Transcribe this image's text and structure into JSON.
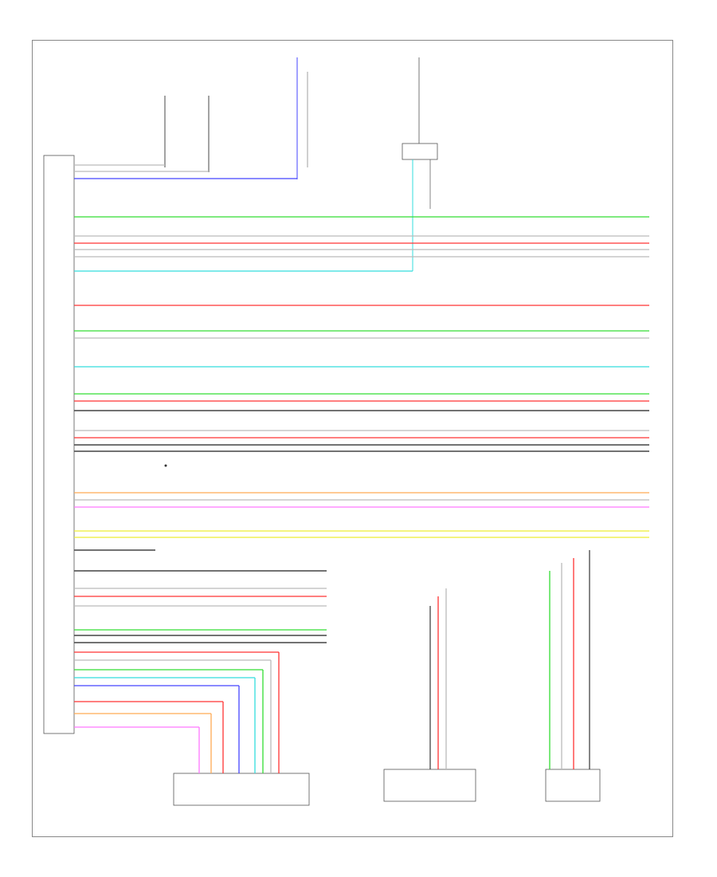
{
  "footer_code": "",
  "components": {
    "head_unit": {
      "label": ""
    },
    "ground_left": {
      "label": ""
    },
    "ground_right": {
      "label": ""
    },
    "fuse_left": {
      "label": ""
    },
    "fuse_right": {
      "label": ""
    },
    "splice_left": {
      "label": ""
    },
    "splice_right": {
      "label": ""
    },
    "instrument_cluster": {
      "label": ""
    },
    "connector_a": {
      "label": ""
    },
    "connector_b": {
      "label": ""
    },
    "connector_c": {
      "label": ""
    }
  },
  "colors": {
    "GRN": "#33dd33",
    "RED": "#ff3333",
    "WHT": "#bbbbbb",
    "BLK": "#444444",
    "BLU": "#4444ff",
    "LTBLU": "#33dddd",
    "YEL": "#eeee33",
    "PNK": "#ff77ff",
    "ORG": "#ffaa55",
    "GRY": "#999999"
  },
  "wires": [
    {
      "color": "WHT",
      "code": ""
    },
    {
      "color": "WHT",
      "code": ""
    },
    {
      "color": "BLU",
      "code": ""
    },
    {
      "color": "GRN",
      "code": ""
    },
    {
      "color": "WHT",
      "code": ""
    },
    {
      "color": "RED",
      "code": ""
    },
    {
      "color": "WHT",
      "code": ""
    },
    {
      "color": "WHT",
      "code": ""
    },
    {
      "color": "LTBLU",
      "code": ""
    },
    {
      "color": "RED",
      "code": ""
    },
    {
      "color": "GRN",
      "code": ""
    },
    {
      "color": "WHT",
      "code": ""
    },
    {
      "color": "LTBLU",
      "code": ""
    },
    {
      "color": "GRN",
      "code": ""
    },
    {
      "color": "RED",
      "code": ""
    },
    {
      "color": "BLK",
      "code": ""
    },
    {
      "color": "WHT",
      "code": ""
    },
    {
      "color": "RED",
      "code": ""
    },
    {
      "color": "BLK",
      "code": ""
    },
    {
      "color": "BLK",
      "code": ""
    },
    {
      "color": "ORG",
      "code": ""
    },
    {
      "color": "WHT",
      "code": ""
    },
    {
      "color": "PNK",
      "code": ""
    },
    {
      "color": "YEL",
      "code": ""
    },
    {
      "color": "YEL",
      "code": ""
    },
    {
      "color": "BLK",
      "code": ""
    },
    {
      "color": "BLK",
      "code": ""
    },
    {
      "color": "WHT",
      "code": ""
    },
    {
      "color": "RED",
      "code": ""
    },
    {
      "color": "WHT",
      "code": ""
    },
    {
      "color": "GRN",
      "code": ""
    },
    {
      "color": "BLK",
      "code": ""
    },
    {
      "color": "BLK",
      "code": ""
    },
    {
      "color": "RED",
      "code": ""
    },
    {
      "color": "WHT",
      "code": ""
    },
    {
      "color": "GRN",
      "code": ""
    },
    {
      "color": "LTBLU",
      "code": ""
    },
    {
      "color": "BLU",
      "code": ""
    },
    {
      "color": "RED",
      "code": ""
    },
    {
      "color": "ORG",
      "code": ""
    },
    {
      "color": "PNK",
      "code": ""
    }
  ]
}
